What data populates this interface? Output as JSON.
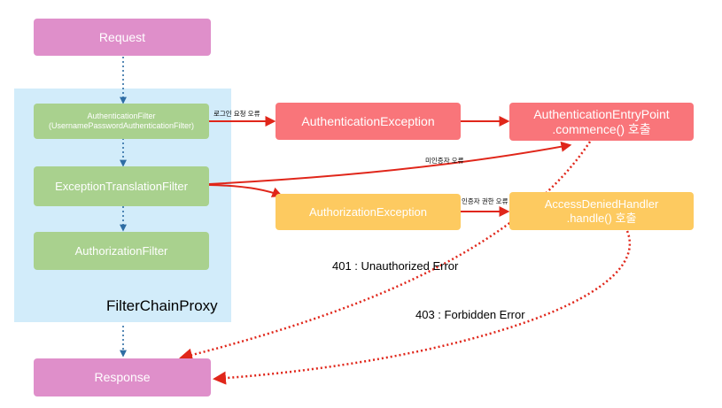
{
  "nodes": {
    "request": "Request",
    "auth_filter_line1": "AuthenticationFilter",
    "auth_filter_line2": "(UsernamePasswordAuthenticationFilter)",
    "exception_translation_filter": "ExceptionTranslationFilter",
    "authorization_filter": "AuthorizationFilter",
    "filter_chain_proxy": "FilterChainProxy",
    "response": "Response",
    "authentication_exception": "AuthenticationException",
    "entry_point_line1": "AuthenticationEntryPoint",
    "entry_point_line2": ".commence() 호출",
    "authorization_exception": "AuthorizationException",
    "denied_handler_line1": "AccessDeniedHandler",
    "denied_handler_line2": ".handle() 호출"
  },
  "edge_labels": {
    "login_request_error": "로그인 요청 오류",
    "unauthenticated_error": "미인증자 오류",
    "authorization_error": "인증자 권한 오류",
    "unauthorized_401": "401 : Unauthorized Error",
    "forbidden_403": "403 : Forbidden Error"
  },
  "colors": {
    "pink": "#df8fca",
    "green": "#a9d18e",
    "red": "#f9757a",
    "orange": "#fdca60",
    "proxy_bg": "#d2ecfa",
    "flow_arrow": "#2e6da4",
    "error_arrow": "#e0261a"
  }
}
